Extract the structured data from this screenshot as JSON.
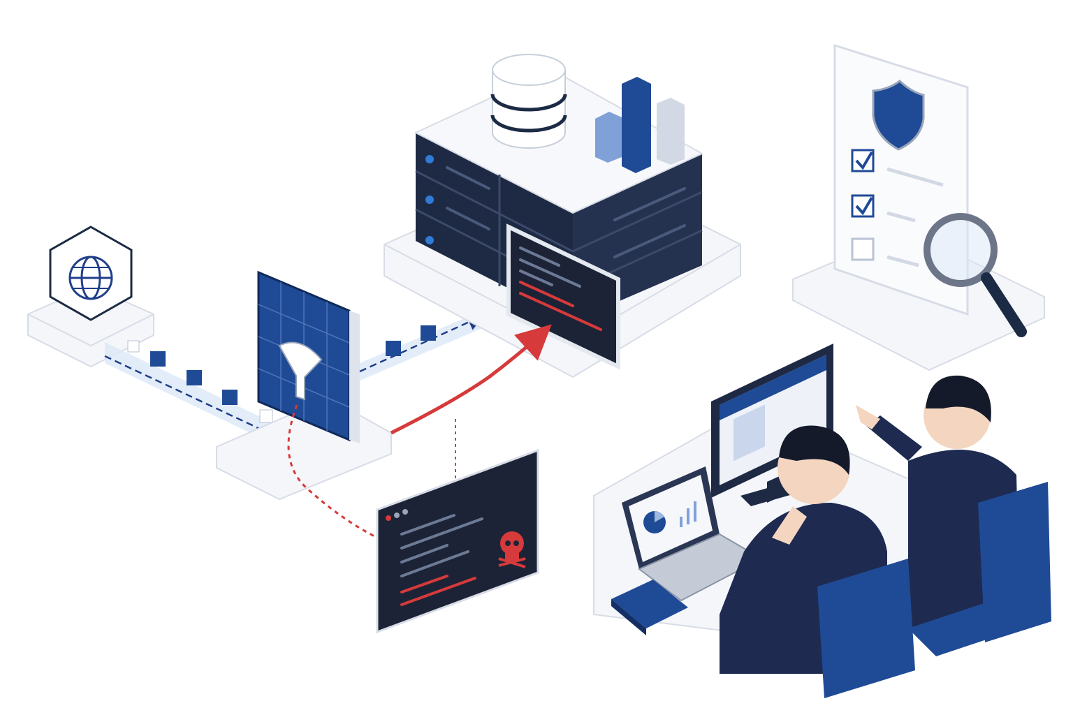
{
  "diagram": {
    "nodes": [
      {
        "id": "internet",
        "icon": "globe-icon"
      },
      {
        "id": "waf",
        "icon": "filter-funnel-icon"
      },
      {
        "id": "database-server",
        "icon": "database-icon"
      },
      {
        "id": "analytics",
        "icon": "bar-chart-icon"
      },
      {
        "id": "server-console",
        "icon": "terminal-icon"
      },
      {
        "id": "malicious-console",
        "icon": "skull-icon"
      },
      {
        "id": "compliance-checklist",
        "icon": "shield-icon"
      },
      {
        "id": "audit",
        "icon": "magnifier-icon"
      },
      {
        "id": "security-analysts",
        "icon": "people-at-desk"
      }
    ],
    "edges": [
      {
        "from": "internet",
        "to": "waf",
        "style": "dashed",
        "color": "#1f3f8a"
      },
      {
        "from": "waf",
        "to": "database-server",
        "style": "dashed",
        "color": "#1f3f8a"
      },
      {
        "from": "waf",
        "to": "malicious-console",
        "style": "dotted",
        "color": "#d63a3a"
      },
      {
        "from": "malicious-console",
        "to": "server-console",
        "style": "solid",
        "color": "#d63a3a"
      }
    ],
    "checklist": [
      {
        "checked": true
      },
      {
        "checked": true
      },
      {
        "checked": false
      }
    ]
  },
  "colors": {
    "navy": "#1c2b45",
    "blue": "#1f4a96",
    "light_blue": "#dce8f8",
    "threat_red": "#d63a3a",
    "platform": "#eef1f6"
  }
}
